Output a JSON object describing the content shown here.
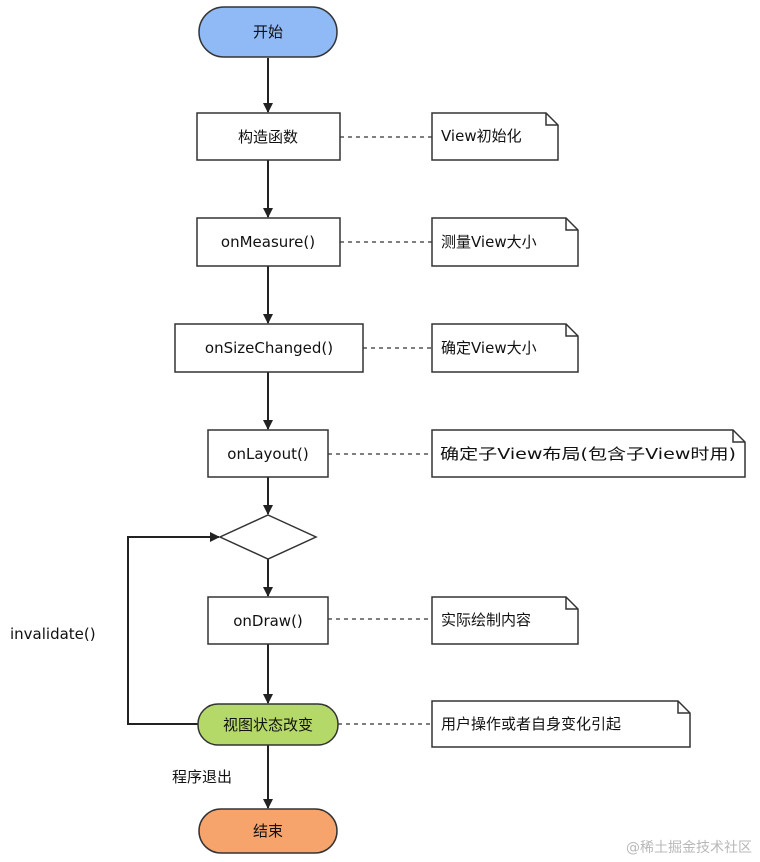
{
  "nodes": {
    "start": "开始",
    "constructor": "构造函数",
    "on_measure": "onMeasure()",
    "on_size_changed": "onSizeChanged()",
    "on_layout": "onLayout()",
    "on_draw": "onDraw()",
    "view_state_change": "视图状态改变",
    "end": "结束"
  },
  "notes": {
    "constructor": "View初始化",
    "on_measure": "测量View大小",
    "on_size_changed": "确定View大小",
    "on_layout": "确定子View布局(包含子View时用)",
    "on_draw": "实际绘制内容",
    "view_state_change": "用户操作或者自身变化引起"
  },
  "edges": {
    "loop_label": "invalidate()",
    "exit_label": "程序退出"
  },
  "watermark": "@稀土掘金技术社区",
  "colors": {
    "start_fill": "#8fbaf5",
    "state_fill": "#b5d968",
    "end_fill": "#f6a46b",
    "stroke": "#333333"
  }
}
